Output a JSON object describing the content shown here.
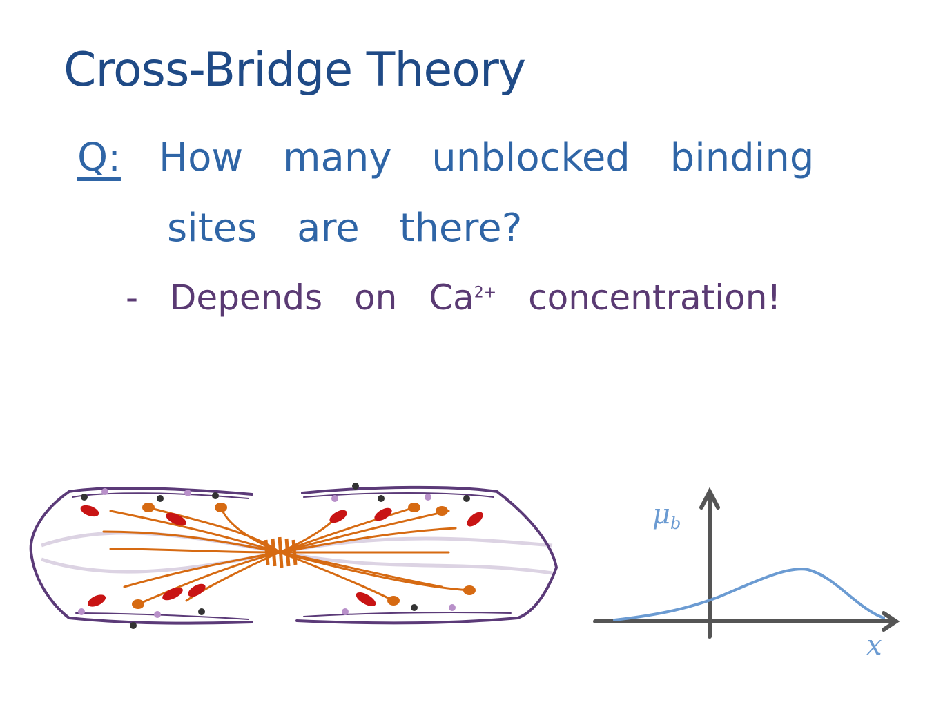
{
  "slide": {
    "title": "Cross-Bridge Theory",
    "question_label": "Q:",
    "question_line1": "How many unblocked binding",
    "question_line2": "sites are there?",
    "answer_prefix": "- Depends on Ca",
    "answer_superscript": "2+",
    "answer_suffix": " concentration!"
  },
  "graph": {
    "y_label": "μ",
    "y_label_sub": "b",
    "x_label": "x",
    "axis_color": "#555555",
    "curve_color": "#6b9bd2"
  },
  "colors": {
    "title": "#1f4a86",
    "question": "#2f65a6",
    "answer": "#5a3a73",
    "actin": "#5b3a78",
    "myosin": "#d66a12",
    "myosin_head_red": "#c81414",
    "titin": "#d9cfe0"
  }
}
